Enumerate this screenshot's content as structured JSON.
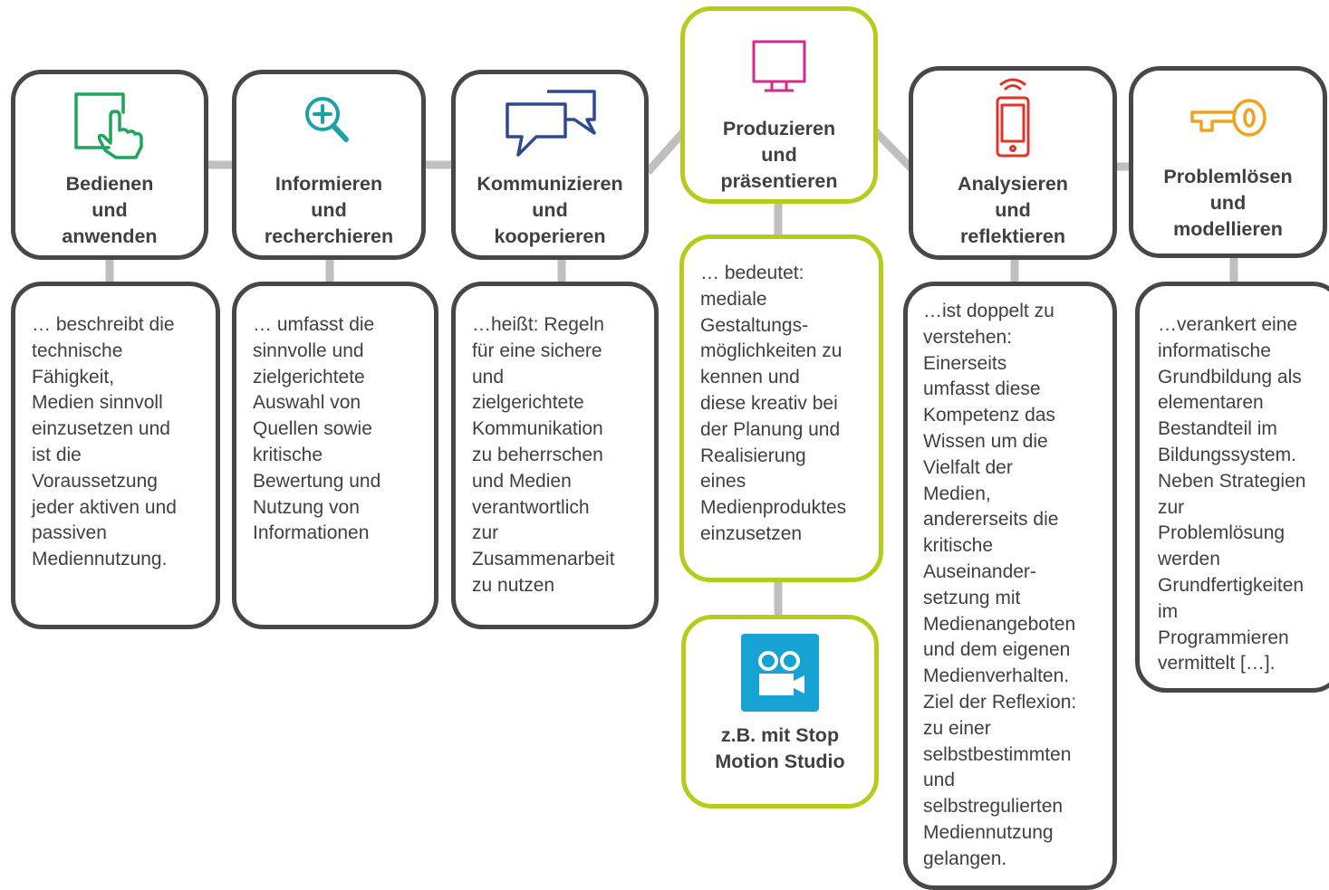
{
  "colors": {
    "border_dark": "#474747",
    "border_highlight": "#b5cd1a",
    "connector": "#bfbfbf",
    "icon_green": "#1fa55a",
    "icon_teal": "#1aa2a4",
    "icon_blue": "#2e4a8f",
    "icon_magenta": "#d02c8e",
    "icon_red": "#e0342a",
    "icon_orange": "#f0a21c",
    "app_icon_blue": "#17a2d4",
    "text": "#404040"
  },
  "competencies": [
    {
      "icon": "touch-tablet-icon",
      "title_lines": [
        "Bedienen",
        "und",
        "anwenden"
      ],
      "desc_lines": [
        "… beschreibt die",
        "technische",
        "Fähigkeit,",
        "Medien sinnvoll",
        "einzusetzen und",
        "ist die",
        "Voraussetzung",
        "jeder aktiven und",
        "passiven",
        "Mediennutzung."
      ]
    },
    {
      "icon": "magnifier-plus-icon",
      "title_lines": [
        "Informieren",
        "und",
        "recherchieren"
      ],
      "desc_lines": [
        "… umfasst die",
        "sinnvolle und",
        "zielgerichtete",
        "Auswahl von",
        "Quellen sowie",
        "kritische",
        "Bewertung und",
        "Nutzung von",
        "Informationen"
      ]
    },
    {
      "icon": "speech-bubbles-icon",
      "title_lines": [
        "Kommunizieren",
        "und",
        "kooperieren"
      ],
      "desc_lines": [
        "…heißt: Regeln",
        "für eine sichere",
        "und",
        "zielgerichtete",
        "Kommunikation",
        "zu beherrschen",
        "und Medien",
        "verantwortlich",
        "zur",
        "Zusammenarbeit",
        "zu nutzen"
      ]
    },
    {
      "icon": "monitor-icon",
      "title_lines": [
        "Produzieren",
        "und",
        "präsentieren"
      ],
      "desc_lines": [
        "… bedeutet:",
        "mediale",
        "Gestaltungs-",
        "möglichkeiten zu",
        "kennen und",
        "diese kreativ bei",
        "der Planung und",
        "Realisierung",
        "eines",
        "Medienproduktes",
        "einzusetzen"
      ],
      "app": {
        "icon": "stop-motion-camera-icon",
        "label_lines": [
          "z.B. mit Stop",
          "Motion Studio"
        ]
      }
    },
    {
      "icon": "smartphone-signal-icon",
      "title_lines": [
        "Analysieren",
        "und",
        "reflektieren"
      ],
      "desc_lines": [
        "…ist doppelt zu",
        "verstehen:",
        "Einerseits",
        "umfasst diese",
        "Kompetenz das",
        "Wissen um die",
        "Vielfalt der",
        "Medien,",
        "andererseits die",
        "kritische",
        "Auseinander-",
        "setzung mit",
        "Medienangeboten",
        "und dem eigenen",
        "Medienverhalten.",
        "Ziel der Reflexion:",
        "zu einer",
        "selbstbestimmten",
        "und",
        "selbstregulierten",
        "Mediennutzung",
        "gelangen."
      ]
    },
    {
      "icon": "key-icon",
      "title_lines": [
        "Problemlösen",
        "und",
        "modellieren"
      ],
      "desc_lines": [
        "…verankert eine",
        "informatische",
        "Grundbildung als",
        "elementaren",
        "Bestandteil im",
        "Bildungssystem.",
        "Neben Strategien",
        "zur",
        "Problemlösung",
        "werden",
        "Grundfertigkeiten",
        "im",
        "Programmieren",
        "vermittelt […]."
      ]
    }
  ]
}
